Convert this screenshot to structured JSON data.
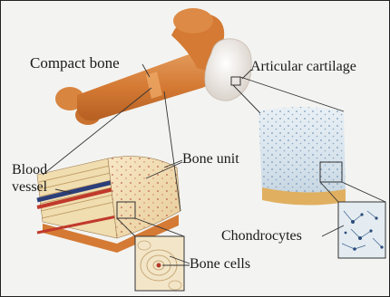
{
  "labels": {
    "compact_bone": "Compact bone",
    "articular_cartilage": "Articular cartilage",
    "blood_vessel_line1": "Blood",
    "blood_vessel_line2": "vessel",
    "bone_unit": "Bone unit",
    "chondrocytes": "Chondrocytes",
    "bone_cells": "Bone cells"
  },
  "colors": {
    "bone": "#d47a34",
    "bone_dark": "#b55f22",
    "bone_highlight": "#e9a064",
    "joint_head": "#ede8e4",
    "cartilage": "#dfe8ee",
    "cartilage_dots": "#5a86b0",
    "blood_vessel_red": "#c0392b",
    "blood_vessel_blue": "#2c3e7a",
    "bone_tissue": "#f1dfb6",
    "callout_line": "#333333"
  }
}
